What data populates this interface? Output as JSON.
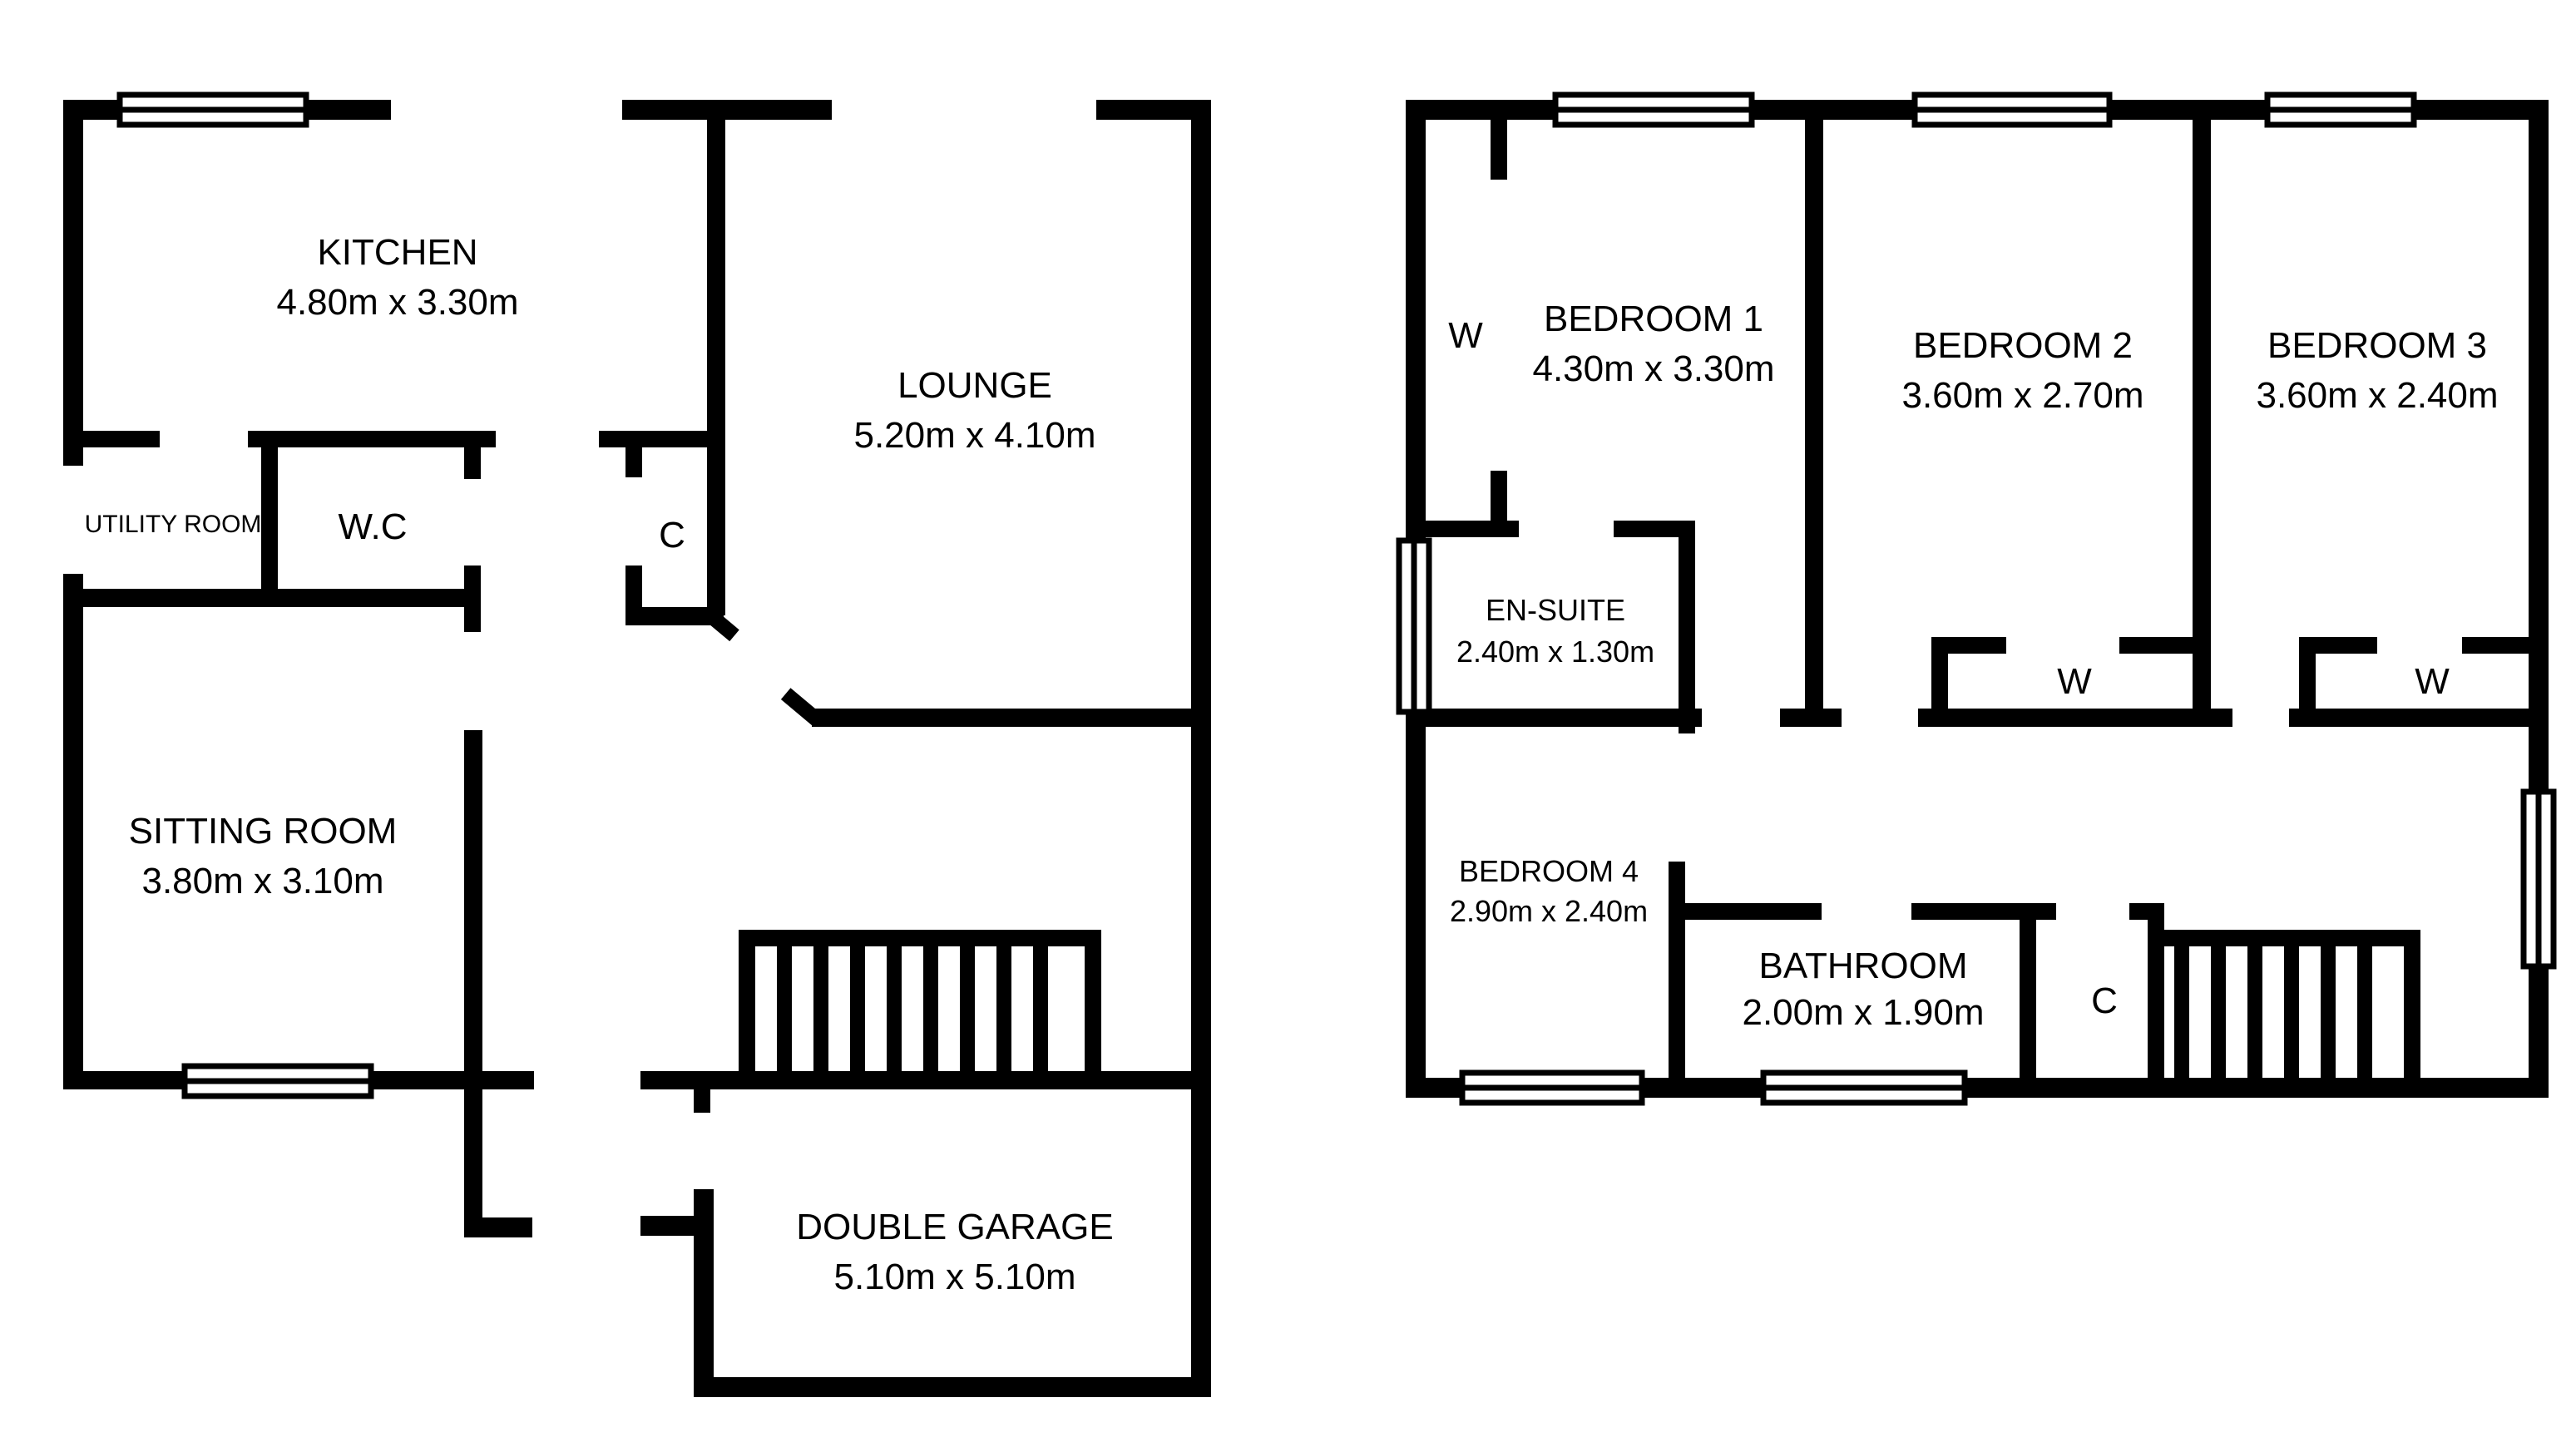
{
  "colors": {
    "wall": "#000000",
    "background": "#ffffff",
    "window_fill": "#ffffff"
  },
  "rooms": {
    "kitchen": {
      "name": "KITCHEN",
      "size": "4.80m x 3.30m"
    },
    "lounge": {
      "name": "LOUNGE",
      "size": "5.20m x 4.10m"
    },
    "utility": {
      "name": "UTILITY ROOM"
    },
    "wc": {
      "name": "W.C"
    },
    "cupboard_ground": {
      "name": "C"
    },
    "sitting": {
      "name": "SITTING ROOM",
      "size": "3.80m x 3.10m"
    },
    "garage": {
      "name": "DOUBLE GARAGE",
      "size": "5.10m x 5.10m"
    },
    "bedroom1": {
      "name": "BEDROOM 1",
      "size": "4.30m x 3.30m"
    },
    "bedroom1_wardrobe": {
      "name": "W"
    },
    "bedroom2": {
      "name": "BEDROOM 2",
      "size": "3.60m x 2.70m"
    },
    "bedroom2_wardrobe": {
      "name": "W"
    },
    "bedroom3": {
      "name": "BEDROOM 3",
      "size": "3.60m x 2.40m"
    },
    "bedroom3_wardrobe": {
      "name": "W"
    },
    "ensuite": {
      "name": "EN-SUITE",
      "size": "2.40m x 1.30m"
    },
    "bedroom4": {
      "name": "BEDROOM 4",
      "size": "2.90m x 2.40m"
    },
    "bathroom": {
      "name": "BATHROOM",
      "size": "2.00m x 1.90m"
    },
    "cupboard_first": {
      "name": "C"
    }
  }
}
